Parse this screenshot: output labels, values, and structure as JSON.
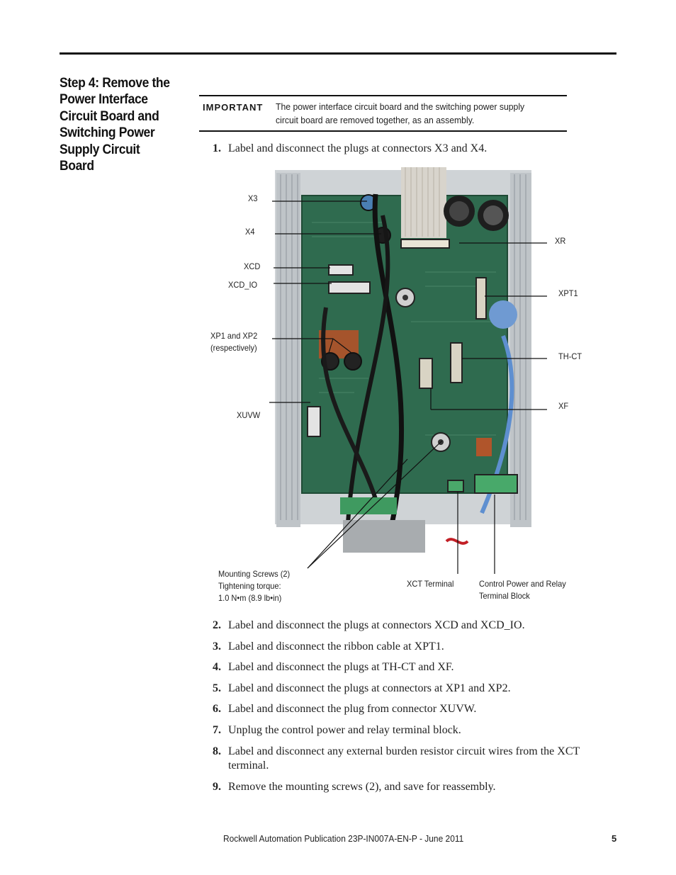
{
  "step": {
    "heading": "Step 4:    Remove the Power Interface Circuit Board and Switching Power Supply Circuit Board"
  },
  "important": {
    "tag": "IMPORTANT",
    "text": "The power interface circuit board and the switching power supply circuit board are removed together, as an assembly."
  },
  "steps": [
    {
      "num": "1.",
      "text": "Label and disconnect the plugs at connectors X3 and X4."
    },
    {
      "num": "2.",
      "text": "Label and disconnect the plugs at connectors XCD and XCD_IO."
    },
    {
      "num": "3.",
      "text": "Label and disconnect the ribbon cable at XPT1."
    },
    {
      "num": "4.",
      "text": "Label and disconnect the plugs at TH-CT and XF."
    },
    {
      "num": "5.",
      "text": "Label and disconnect the plugs at connectors at XP1 and XP2."
    },
    {
      "num": "6.",
      "text": "Label and disconnect the plug from connector XUVW."
    },
    {
      "num": "7.",
      "text": "Unplug the control power and relay terminal block."
    },
    {
      "num": "8.",
      "text": "Label and disconnect any external burden resistor circuit wires from the XCT terminal."
    },
    {
      "num": "9.",
      "text": "Remove the mounting screws (2), and save for reassembly."
    }
  ],
  "figure": {
    "callouts": {
      "x3": "X3",
      "x4": "X4",
      "xcd": "XCD",
      "xcd_io": "XCD_IO",
      "xp": "XP1 and XP2\n(respectively)",
      "xuvw": "XUVW",
      "xr": "XR",
      "xpt1": "XPT1",
      "thct": "TH-CT",
      "xf": "XF",
      "screws": "Mounting Screws (2)\nTightening torque:\n1.0 N•m (8.9 lb•in)",
      "xct": "XCT Terminal",
      "ctrl": "Control Power and Relay\nTerminal Block"
    }
  },
  "footer": {
    "publication": "Rockwell Automation Publication 23P-IN007A-EN-P - June 2011",
    "page": "5"
  }
}
